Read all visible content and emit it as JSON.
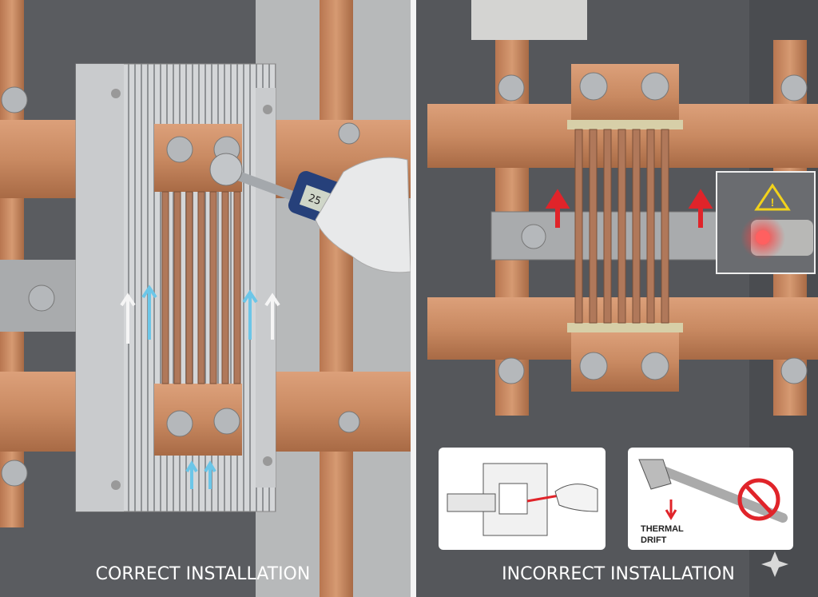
{
  "panels": {
    "left": {
      "caption": "CORRECT INSTALLATION",
      "torque_display": "25"
    },
    "right": {
      "caption": "INCORRECT INSTALLATION",
      "inset_label_line1": "THERMAL",
      "inset_label_line2": "DRIFT"
    }
  },
  "colors": {
    "copper": "#c98a62",
    "cabinet": "#56585c",
    "heatsink": "#c9cbcd",
    "warning_red": "#e0242a",
    "airflow_blue": "#6cc6e8"
  }
}
